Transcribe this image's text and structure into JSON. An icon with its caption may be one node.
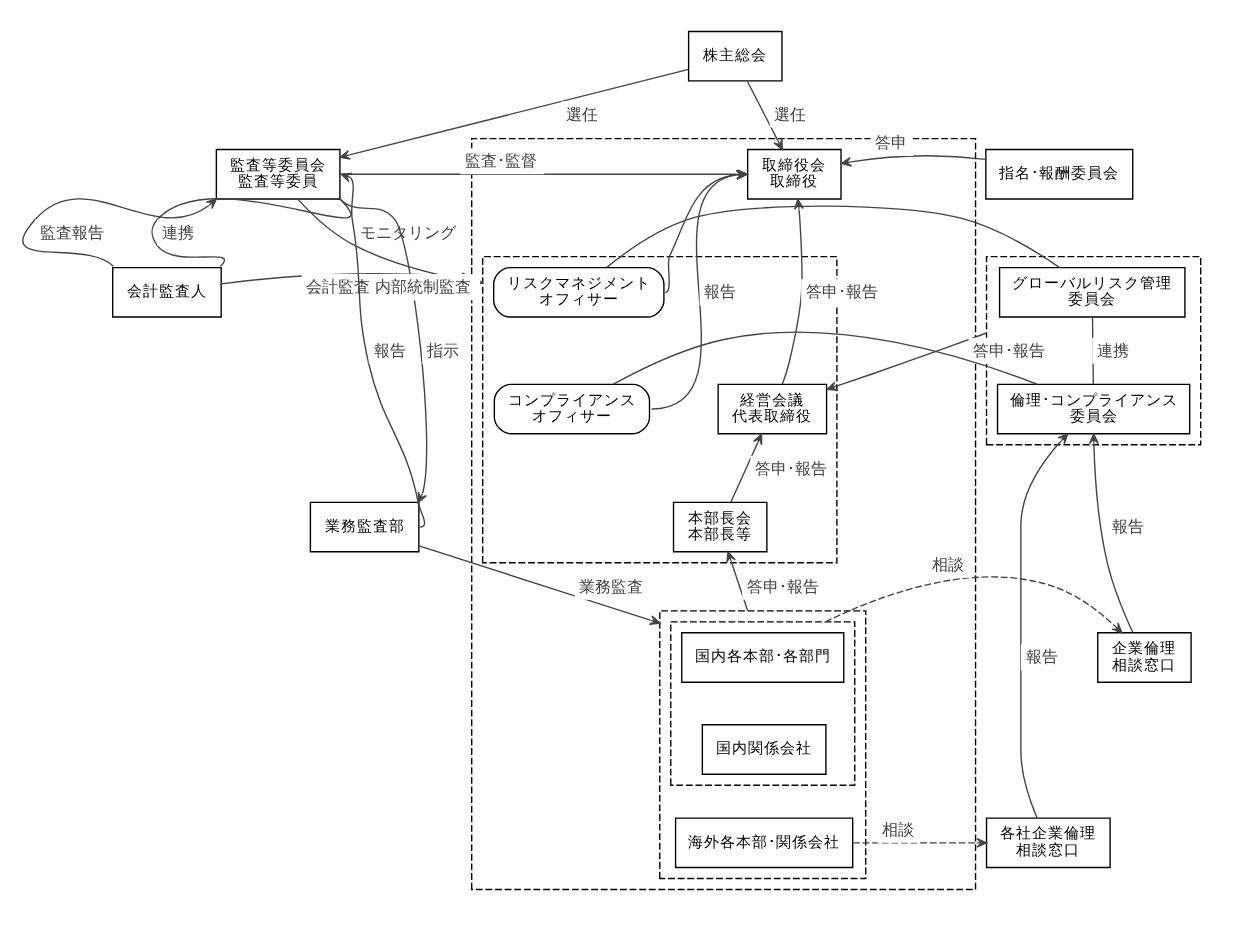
{
  "diagram": {
    "nodes": [
      {
        "text": [
          "株主総会"
        ]
      },
      {
        "text": [
          "指名･報酬委員会"
        ]
      },
      {
        "text": [],
        "shape": "box"
      },
      {
        "text": [],
        "shape": "box",
        "in": 2
      },
      {
        "text": [
          "取締役会",
          "取締役"
        ],
        "in": 2
      },
      {
        "text": [
          "リスクマネジメントオフィサー"
        ],
        "in": 3
      },
      {
        "text": [
          "コンプライアンスオフィサー"
        ],
        "in": 3
      },
      {
        "text": [
          "経営会議",
          "代表取締役"
        ],
        "in": 3
      },
      {
        "text": [
          "本部長会",
          "本部長等"
        ],
        "in": 3
      },
      {
        "text": [],
        "shape": "box",
        "in": 2
      },
      {
        "text": [],
        "shape": "box",
        "in": 9
      },
      {
        "text": [
          "国内各本部･各部門"
        ],
        "in": 10
      },
      {
        "text": [
          "国内関係会社"
        ],
        "in": 10
      },
      {
        "text": [
          "海外各本部･関係会社"
        ],
        "in": 9
      },
      {
        "text": [
          "監査等委員会",
          "監査等委員"
        ]
      },
      {
        "text": [
          "会計監査人"
        ]
      },
      {
        "text": [
          "業務監査部"
        ]
      },
      {
        "text": [],
        "shape": "box"
      },
      {
        "text": [
          "グローバルリスク管理委員会"
        ],
        "in": 17
      },
      {
        "text": [
          "倫理･コンプライアンス委員会"
        ],
        "in": 17
      },
      {
        "text": [
          "企業倫理相談窓口"
        ]
      },
      {
        "text": [
          "各社企業倫理相談窓口"
        ]
      }
    ],
    "edges": [
      {
        "from": 0,
        "to": 4,
        "arrow": "to",
        "label": "選任"
      },
      {
        "from": 0,
        "to": 14,
        "arrow": "to",
        "label": "選任"
      },
      {
        "from": 1,
        "to": 4,
        "arrow": "to",
        "label": "答申"
      },
      {
        "from": 5,
        "to": 4,
        "arrow": "to"
      },
      {
        "from": 6,
        "to": 4,
        "arrow": "to",
        "label": "報告"
      },
      {
        "from": 18,
        "to": 5,
        "arrow": "none"
      },
      {
        "from": 19,
        "to": 6,
        "arrow": "none"
      },
      {
        "from": 18,
        "to": 19,
        "arrow": "none",
        "label": "連携"
      },
      {
        "from": 17,
        "to": 7,
        "arrow": "to",
        "label": "答申･報告"
      },
      {
        "from": 7,
        "to": 4,
        "arrow": "to",
        "label": "答申･報告"
      },
      {
        "from": 8,
        "to": 7,
        "arrow": "to",
        "label": "答申･報告"
      },
      {
        "from": 9,
        "to": 8,
        "arrow": "to",
        "label": "答申･報告"
      },
      {
        "from": 14,
        "to": 4,
        "arrow": "to",
        "label": "監査･監督"
      },
      {
        "from": 14,
        "to": 3,
        "arrow": "to",
        "label": "モニタリング"
      },
      {
        "from": 15,
        "to": 14,
        "arrow": "to",
        "label": "監査報告"
      },
      {
        "from": 15,
        "to": 14,
        "arrow": "none",
        "label": "連携"
      },
      {
        "from": 15,
        "to": 2,
        "arrow": "to",
        "label": "会計監査 内部統制監査"
      },
      {
        "from": 14,
        "to": 16,
        "arrow": "to",
        "label": "指示"
      },
      {
        "from": 16,
        "to": 14,
        "arrow": "to",
        "label": "報告"
      },
      {
        "from": 16,
        "to": 9,
        "arrow": "to",
        "label": "業務監査"
      },
      {
        "from": 10,
        "to": 20,
        "arrow": "to",
        "label": "相談",
        "style": "dashed"
      },
      {
        "from": 13,
        "to": 21,
        "arrow": "to",
        "label": "相談",
        "style": "dashed"
      },
      {
        "from": 20,
        "to": 19,
        "arrow": "to",
        "label": "報告"
      },
      {
        "from": 21,
        "to": 19,
        "arrow": "to",
        "label": "報告"
      }
    ]
  }
}
